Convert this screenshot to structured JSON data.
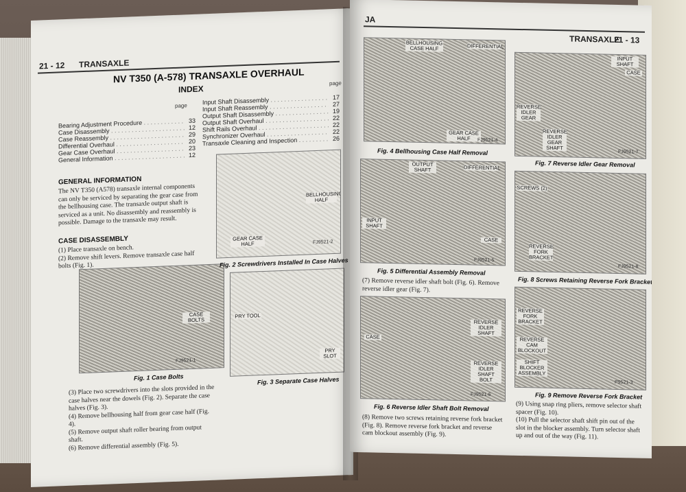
{
  "left_page": {
    "page_number": "21 - 12",
    "section": "TRANSAXLE",
    "title": "NV T350 (A-578) TRANSAXLE OVERHAUL",
    "index_title": "INDEX",
    "page_col_label": "page",
    "index_left": [
      {
        "label": "Bearing Adjustment Procedure",
        "page": "33"
      },
      {
        "label": "Case Disassembly",
        "page": "12"
      },
      {
        "label": "Case Reassembly",
        "page": "29"
      },
      {
        "label": "Differential Overhaul",
        "page": "20"
      },
      {
        "label": "Gear Case Overhaul",
        "page": "23"
      },
      {
        "label": "General Information",
        "page": "12"
      }
    ],
    "index_right": [
      {
        "label": "Input Shaft Disassembly",
        "page": "17"
      },
      {
        "label": "Input Shaft Reassembly",
        "page": "27"
      },
      {
        "label": "Output Shaft Disassembly",
        "page": "19"
      },
      {
        "label": "Output Shaft Overhaul",
        "page": "22"
      },
      {
        "label": "Shift Rails Overhaul",
        "page": "22"
      },
      {
        "label": "Synchronizer Overhaul",
        "page": "22"
      },
      {
        "label": "Transaxle Cleaning and Inspection",
        "page": "26"
      }
    ],
    "general_info_heading": "GENERAL INFORMATION",
    "general_info_text": "The NV T350 (A578) transaxle internal components can only be serviced by separating the gear case from the bellhousing case. The transaxle output shaft is serviced as a unit. No disassembly and reassembly is possible. Damage to the transaxle may result.",
    "case_disassembly_heading": "CASE DISASSEMBLY",
    "case_steps_a": [
      "(1) Place transaxle on bench.",
      "(2) Remove shift levers. Remove transaxle case half bolts (Fig. 1)."
    ],
    "case_steps_b": [
      "(3) Place two screwdrivers into the slots provided in the case halves near the dowels (Fig. 2). Separate the case halves (Fig. 3).",
      "(4) Remove bellhousing half from gear case half (Fig. 4).",
      "(5) Remove output shaft roller bearing from output shaft.",
      "(6) Remove differential assembly (Fig. 5)."
    ],
    "fig1": {
      "caption": "Fig. 1 Case Bolts",
      "id": "FJ9521-1",
      "callout": "CASE BOLTS"
    },
    "fig2": {
      "caption": "Fig. 2 Screwdrivers Installed In Case Halves",
      "id": "FJ9521-2",
      "callout_a": "BELLHOUSING HALF",
      "callout_b": "GEAR CASE HALF"
    },
    "fig3": {
      "caption": "Fig. 3 Separate Case Halves",
      "callout_a": "PRY TOOL",
      "callout_b": "PRY SLOT"
    }
  },
  "right_page": {
    "corner": "JA",
    "section": "TRANSAXLE",
    "page_number": "21 - 13",
    "fig4": {
      "caption": "Fig. 4 Bellhousing Case Half Removal",
      "id": "FJ9521-4",
      "callout_a": "BELLHOUSING CASE HALF",
      "callout_b": "DIFFERENTIAL",
      "callout_c": "GEAR CASE HALF"
    },
    "fig5": {
      "caption": "Fig. 5 Differential Assembly Removal",
      "id": "FJ9521-5",
      "callout_a": "OUTPUT SHAFT",
      "callout_b": "DIFFERENTIAL",
      "callout_c": "INPUT SHAFT",
      "callout_d": "CASE"
    },
    "step7": "(7) Remove reverse idler shaft bolt (Fig. 6). Remove reverse idler gear (Fig. 7).",
    "fig6": {
      "caption": "Fig. 6 Reverse Idler Shaft Bolt Removal",
      "id": "FJ9521-6",
      "callout_a": "REVERSE IDLER SHAFT",
      "callout_b": "CASE",
      "callout_c": "REVERSE IDLER SHAFT BOLT"
    },
    "step8": "(8) Remove two screws retaining reverse fork bracket (Fig. 8). Remove reverse fork bracket and reverse cam blockout assembly (Fig. 9).",
    "fig7": {
      "caption": "Fig. 7 Reverse Idler Gear Removal",
      "id": "FJ9521-7",
      "callout_a": "INPUT SHAFT",
      "callout_b": "CASE",
      "callout_c": "REVERSE IDLER GEAR",
      "callout_d": "REVERSE IDLER GEAR SHAFT"
    },
    "fig8": {
      "caption": "Fig. 8 Screws Retaining Reverse Fork Bracket",
      "id": "FJ9521-8",
      "callout_a": "SCREWS (2)",
      "callout_b": "REVERSE FORK BRACKET"
    },
    "fig9": {
      "caption": "Fig. 9 Remove Reverse Fork Bracket",
      "id": "P9521-3",
      "callout_a": "REVERSE FORK BRACKET",
      "callout_b": "REVERSE CAM BLOCKOUT",
      "callout_c": "SHIFT BLOCKER ASSEMBLY"
    },
    "steps_9_10": [
      "(9) Using snap ring pliers, remove selector shaft spacer (Fig. 10).",
      "(10) Pull the selector shaft shift pin out of the slot in the blocker assembly. Turn selector shaft up and out of the way (Fig. 11)."
    ]
  }
}
